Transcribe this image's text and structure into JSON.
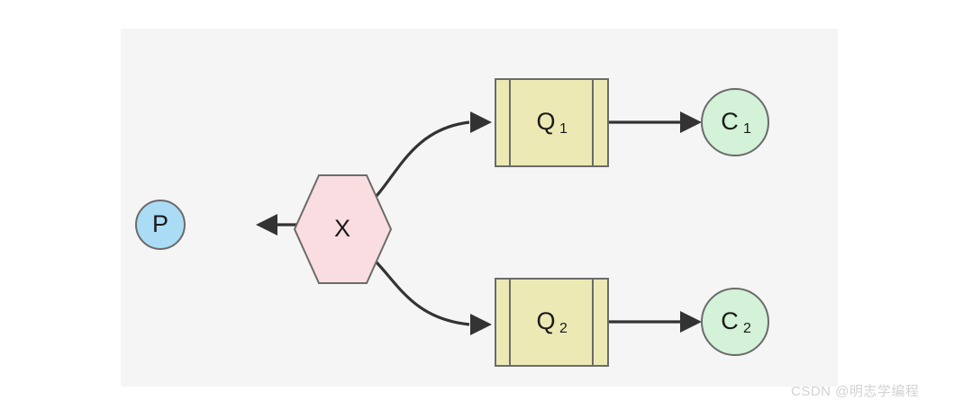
{
  "diagram": {
    "type": "message-queue-fanout",
    "background_color": "#f5f5f5",
    "page_background": "#ffffff",
    "edge_color": "#333333",
    "shape_border_color": "#6b6b6b",
    "nodes": [
      {
        "id": "producer",
        "label": "P",
        "subscript": "",
        "shape": "circle",
        "role": "producer",
        "fill": "#aadcf5"
      },
      {
        "id": "exchange",
        "label": "X",
        "subscript": "",
        "shape": "hexagon",
        "role": "exchange",
        "fill": "#fadde1"
      },
      {
        "id": "queue1",
        "label": "Q",
        "subscript": "1",
        "shape": "queue",
        "role": "queue",
        "fill": "#ece9b5"
      },
      {
        "id": "queue2",
        "label": "Q",
        "subscript": "2",
        "shape": "queue",
        "role": "queue",
        "fill": "#ece9b5"
      },
      {
        "id": "consumer1",
        "label": "C",
        "subscript": "1",
        "shape": "circle",
        "role": "consumer",
        "fill": "#d3f2d8"
      },
      {
        "id": "consumer2",
        "label": "C",
        "subscript": "2",
        "shape": "circle",
        "role": "consumer",
        "fill": "#d3f2d8"
      }
    ],
    "edges": [
      {
        "id": "edge-p-x",
        "from": "producer",
        "to": "exchange",
        "style": "straight"
      },
      {
        "id": "edge-x-q1",
        "from": "exchange",
        "to": "queue1",
        "style": "curved"
      },
      {
        "id": "edge-x-q2",
        "from": "exchange",
        "to": "queue2",
        "style": "curved"
      },
      {
        "id": "edge-q1-c1",
        "from": "queue1",
        "to": "consumer1",
        "style": "straight"
      },
      {
        "id": "edge-q2-c2",
        "from": "queue2",
        "to": "consumer2",
        "style": "straight"
      }
    ]
  },
  "watermark": {
    "text": "CSDN @明志学编程"
  }
}
